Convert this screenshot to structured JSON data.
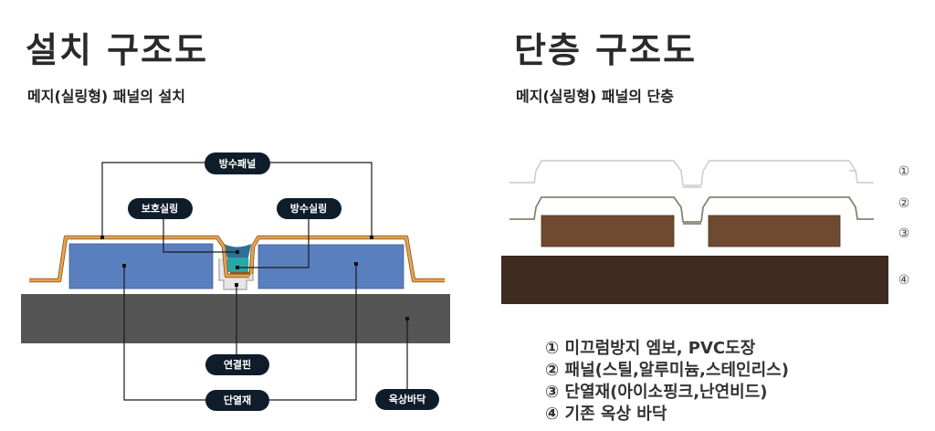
{
  "left": {
    "title": "설치 구조도",
    "subtitle": "메지(실링형) 패널의 설치",
    "labels": {
      "panel": "방수패널",
      "protect_sealing": "보호실링",
      "waterproof_sealing": "방수실링",
      "pin": "연결핀",
      "insulation": "단열재",
      "roof_floor": "옥상바닥"
    }
  },
  "right": {
    "title": "단층 구조도",
    "subtitle": "메지(실링형) 패널의 단층",
    "layer_numbers": [
      "①",
      "②",
      "③",
      "④"
    ],
    "legend": [
      "① 미끄럼방지 엠보, PVC도장",
      "② 패널(스틸,알루미늄,스테인리스)",
      "③ 단열재(아이소핑크,난연비드)",
      "④ 기존 옥상 바닥"
    ]
  },
  "colors": {
    "panel": "#d9903e",
    "insulation": "#5a7fbf",
    "floor": "#555555",
    "brown": "#6e4a30",
    "dark_brown": "#3f2b1f"
  }
}
